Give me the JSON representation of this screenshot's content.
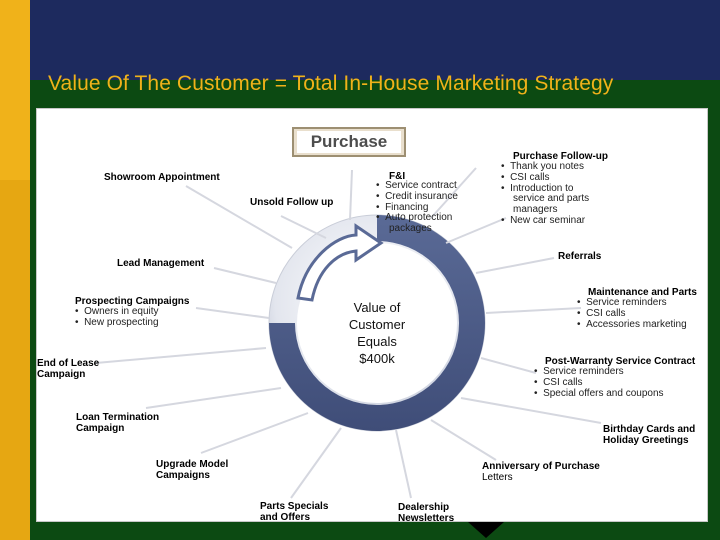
{
  "slide": {
    "title": "Value Of The Customer = Total In-House Marketing Strategy",
    "colors": {
      "gold": "#f0b21a",
      "green": "#0c4a12",
      "navy": "#1d2a5e",
      "ring": "#4e5f8a"
    }
  },
  "diagram": {
    "purchase_label": "Purchase",
    "center_lines": [
      "Value of",
      "Customer",
      "Equals",
      "$400k"
    ],
    "fi": {
      "title": "F&I",
      "items": [
        "Service contract",
        "Credit insurance",
        "Financing",
        "Auto protection",
        "packages"
      ]
    },
    "purchase_followup": {
      "title": "Purchase Follow-up",
      "items": [
        "Thank you notes",
        "CSI calls",
        "Introduction to",
        "service and parts",
        "managers",
        "New car seminar"
      ]
    },
    "showroom": "Showroom Appointment",
    "unsold": "Unsold Follow up",
    "lead_mgmt": "Lead Management",
    "referrals": "Referrals",
    "prospecting": {
      "title": "Prospecting Campaigns",
      "items": [
        "Owners in equity",
        "New prospecting"
      ]
    },
    "maintenance": {
      "title": "Maintenance and Parts",
      "items": [
        "Service reminders",
        "CSI calls",
        "Accessories marketing"
      ]
    },
    "end_lease": [
      "End of Lease",
      "Campaign"
    ],
    "post_warranty": {
      "title": "Post-Warranty Service Contract",
      "items": [
        "Service reminders",
        "CSI calls",
        "Special offers and coupons"
      ]
    },
    "loan_term": [
      "Loan Termination",
      "Campaign"
    ],
    "birthday": [
      "Birthday Cards and",
      "Holiday Greetings"
    ],
    "upgrade": [
      "Upgrade Model",
      "Campaigns"
    ],
    "anniversary": {
      "title": "Anniversary of Purchase",
      "sub": "Letters"
    },
    "parts_specials": [
      "Parts Specials",
      "and Offers"
    ],
    "newsletters": [
      "Dealership",
      "Newsletters"
    ]
  }
}
